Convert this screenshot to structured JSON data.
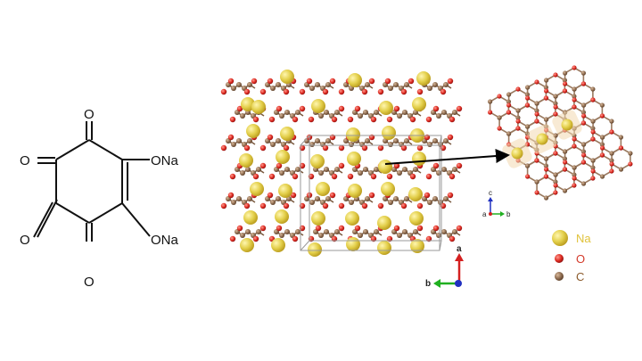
{
  "molecule": {
    "oxygen_label": "O",
    "substituent_label": "ONa"
  },
  "axes_main": {
    "a": "a",
    "b": "b"
  },
  "axes_inset": {
    "a": "a",
    "b": "b",
    "c": "c"
  },
  "legend": [
    {
      "label": "Na",
      "color": "#e3cf4a",
      "text_color": "#e0c23a"
    },
    {
      "label": "O",
      "color": "#dd2a20",
      "text_color": "#d43a2a"
    },
    {
      "label": "C",
      "color": "#8c6a4e",
      "text_color": "#8b5a2b"
    }
  ],
  "colors": {
    "sodium": "#e3cf4a",
    "oxygen": "#dd2a20",
    "carbon": "#8c6a4e",
    "arrow": "#000000",
    "axis_a": "#d42020",
    "axis_b": "#20b020",
    "axis_c": "#2030c0"
  }
}
